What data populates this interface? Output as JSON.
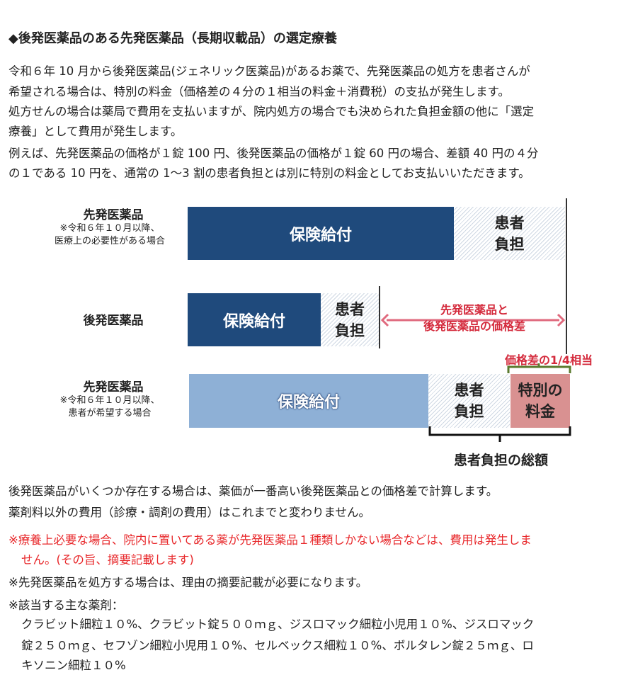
{
  "title": "◆後発医薬品のある先発医薬品（長期収載品）の選定療養",
  "intro": [
    "令和６年 10 月から後発医薬品(ジェネリック医薬品)があるお薬で、先発医薬品の処方を患者さんが",
    "希望される場合は、特別の料金（価格差の４分の１相当の料金＋消費税）の支払が発生します。",
    "処方せんの場合は薬局で費用を支払いますが、院内処方の場合でも決められた負担金額の他に「選定",
    "療養」として費用が発生します。",
    "例えば、先発医薬品の価格が１錠 100 円、後発医薬品の価格が１錠 60 円の場合、差額 40 円の４分",
    "の１である 10 円を、通常の 1～3 割の患者負担とは別に特別の料金としてお支払いいただきます。"
  ],
  "diagram": {
    "row1": {
      "label": "先発医薬品",
      "sub1": "※令和６年１０月以降、",
      "sub2": "医療上の必要性がある場合",
      "insurance": "保険給付",
      "patient1": "患者",
      "patient2": "負担"
    },
    "row2": {
      "label": "後発医薬品",
      "insurance": "保険給付",
      "patient1": "患者",
      "patient2": "負担"
    },
    "diff1": "先発医薬品と",
    "diff2": "後発医薬品の価格差",
    "quarter": "価格差の1/4相当",
    "row3": {
      "label": "先発医薬品",
      "sub1": "※令和６年１０月以降、",
      "sub2": "患者が希望する場合",
      "insurance": "保険給付",
      "patient1": "患者",
      "patient2": "負担",
      "special1": "特別の",
      "special2": "料金"
    },
    "total": "患者負担の総額"
  },
  "notes": [
    "後発医薬品がいくつか存在する場合は、薬価が一番高い後発医薬品との価格差で計算します。",
    "薬剤料以外の費用（診療・調剤の費用）はこれまでと変わりません。"
  ],
  "red_note": [
    "※療養上必要な場合、院内に置いてある薬が先発医薬品１種類しかない場合などは、費用は発生しま",
    "せん。(その旨、摘要記載します)"
  ],
  "note2": "※先発医薬品を処方する場合は、理由の摘要記載が必要になります。",
  "drugs_heading": "※該当する主な薬剤：",
  "drugs": [
    "クラビット細粒１０%、クラビット錠５００ｍｇ、ジスロマック細粒小児用１０%、ジスロマック",
    "錠２５０ｍｇ、セフゾン細粒小児用１０%、セルベックス細粒１０%、ボルタレン錠２５ｍｇ、ロ",
    "キソニン細粒１０%"
  ]
}
